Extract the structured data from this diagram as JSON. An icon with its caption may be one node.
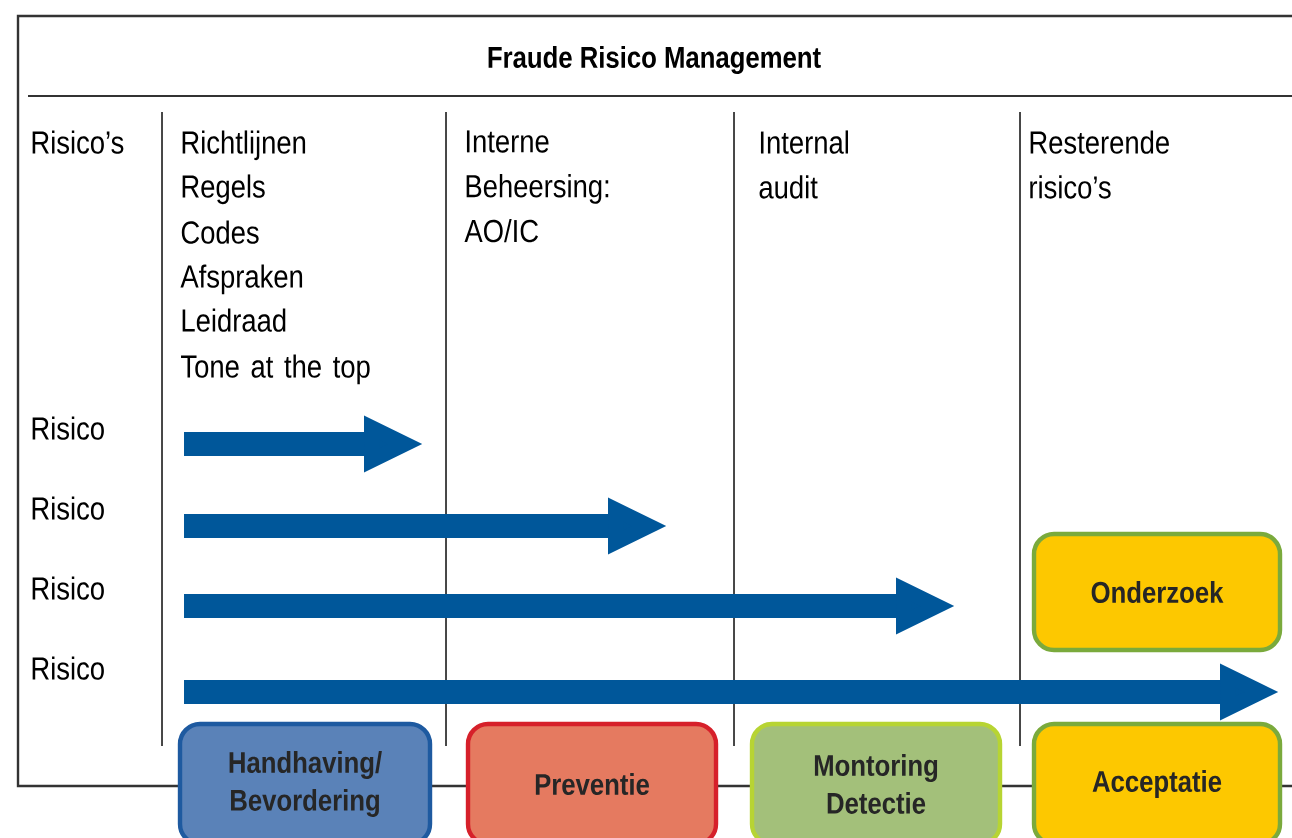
{
  "diagram": {
    "title": "Fraude Risico Management",
    "nodes": [
      {
        "text": [
          "Handhaving/ Bevordering"
        ]
      },
      {
        "text": [
          "Preventie"
        ]
      },
      {
        "text": [
          "Montoring Detectie"
        ]
      },
      {
        "text": [
          "Onderzoek"
        ]
      },
      {
        "text": [
          "Acceptatie"
        ]
      }
    ],
    "labels": [
      "Risico’s",
      "Richtlijnen",
      "Regels",
      "Codes",
      "Afspraken",
      "Leidraad",
      "Tone at the top",
      "Interne Beheersing: AO/IC",
      "Internal audit",
      "Resterende risico’s",
      "Risico",
      "Risico",
      "Risico",
      "Risico"
    ]
  }
}
